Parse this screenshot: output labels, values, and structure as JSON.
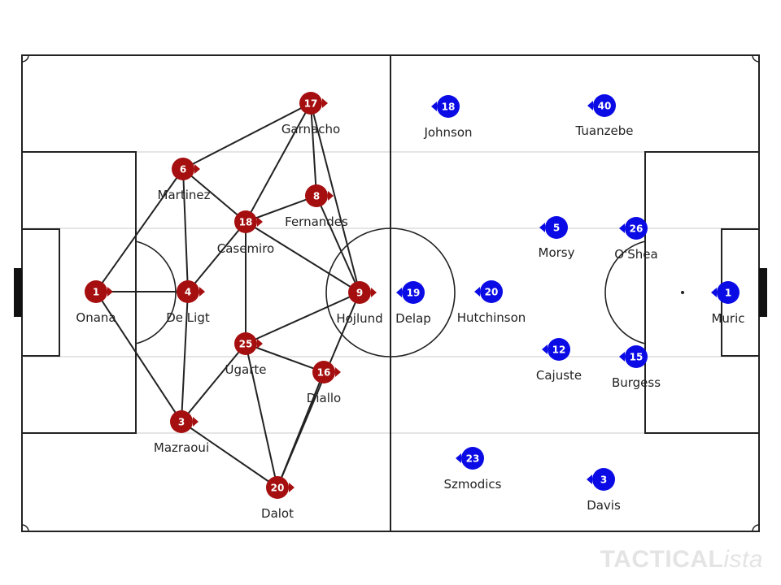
{
  "colors": {
    "home": "#a50f0f",
    "away": "#0b0be6",
    "line": "#222222",
    "band": "#e5e5e5"
  },
  "home_players": [
    {
      "num": "1",
      "name": "Onana"
    },
    {
      "num": "4",
      "name": "De Ligt"
    },
    {
      "num": "6",
      "name": "Martinez"
    },
    {
      "num": "3",
      "name": "Mazraoui"
    },
    {
      "num": "18",
      "name": "Casemiro"
    },
    {
      "num": "25",
      "name": "Ugarte"
    },
    {
      "num": "17",
      "name": "Garnacho"
    },
    {
      "num": "8",
      "name": "Fernandes"
    },
    {
      "num": "16",
      "name": "Diallo"
    },
    {
      "num": "20",
      "name": "Dalot"
    },
    {
      "num": "9",
      "name": "Hojlund"
    }
  ],
  "away_players": [
    {
      "num": "18",
      "name": "Johnson"
    },
    {
      "num": "40",
      "name": "Tuanzebe"
    },
    {
      "num": "5",
      "name": "Morsy"
    },
    {
      "num": "26",
      "name": "O'Shea"
    },
    {
      "num": "19",
      "name": "Delap"
    },
    {
      "num": "20",
      "name": "Hutchinson"
    },
    {
      "num": "1",
      "name": "Muric"
    },
    {
      "num": "12",
      "name": "Cajuste"
    },
    {
      "num": "15",
      "name": "Burgess"
    },
    {
      "num": "23",
      "name": "Szmodics"
    },
    {
      "num": "3",
      "name": "Davis"
    }
  ],
  "pass_links": [
    [
      "Onana",
      "De Ligt"
    ],
    [
      "Onana",
      "Martinez"
    ],
    [
      "Onana",
      "Mazraoui"
    ],
    [
      "Martinez",
      "Garnacho"
    ],
    [
      "Martinez",
      "De Ligt"
    ],
    [
      "Martinez",
      "Casemiro"
    ],
    [
      "De Ligt",
      "Casemiro"
    ],
    [
      "De Ligt",
      "Mazraoui"
    ],
    [
      "Casemiro",
      "Garnacho"
    ],
    [
      "Casemiro",
      "Fernandes"
    ],
    [
      "Casemiro",
      "Hojlund"
    ],
    [
      "Casemiro",
      "Ugarte"
    ],
    [
      "Garnacho",
      "Fernandes"
    ],
    [
      "Garnacho",
      "Hojlund"
    ],
    [
      "Fernandes",
      "Hojlund"
    ],
    [
      "Ugarte",
      "Mazraoui"
    ],
    [
      "Ugarte",
      "Hojlund"
    ],
    [
      "Ugarte",
      "Diallo"
    ],
    [
      "Ugarte",
      "Dalot"
    ],
    [
      "Mazraoui",
      "Dalot"
    ],
    [
      "Dalot",
      "Hojlund"
    ],
    [
      "Dalot",
      "Diallo"
    ]
  ],
  "brand": {
    "main": "TACTICAL",
    "italic": "ista"
  }
}
